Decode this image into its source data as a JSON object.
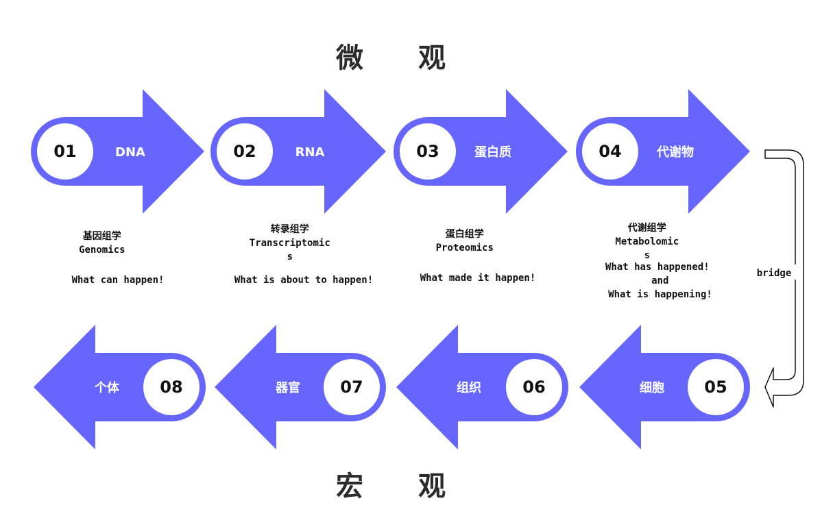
{
  "headings": {
    "top": "微　　观",
    "bottom": "宏　　观"
  },
  "colors": {
    "accent": "#6666ff",
    "circle_fill": "#ffffff",
    "text": "#111111"
  },
  "bridge_label": "bridge",
  "top_steps": [
    {
      "num": "01",
      "label": "DNA",
      "desc": [
        "基因组学",
        "Genomics",
        "",
        "What can happen!"
      ]
    },
    {
      "num": "02",
      "label": "RNA",
      "desc": [
        "转录组学",
        "Transcriptomic",
        "s",
        "",
        "What is about to happen!"
      ]
    },
    {
      "num": "03",
      "label": "蛋白质",
      "desc": [
        "蛋白组学",
        "Proteomics",
        "",
        "What made it happen!"
      ]
    },
    {
      "num": "04",
      "label": "代谢物",
      "desc": [
        "代谢组学",
        "Metabolomic",
        "s",
        "What has happened!",
        "and",
        "What is happening!"
      ]
    }
  ],
  "bottom_steps": [
    {
      "num": "08",
      "label": "个体"
    },
    {
      "num": "07",
      "label": "器官"
    },
    {
      "num": "06",
      "label": "组织"
    },
    {
      "num": "05",
      "label": "细胞"
    }
  ]
}
